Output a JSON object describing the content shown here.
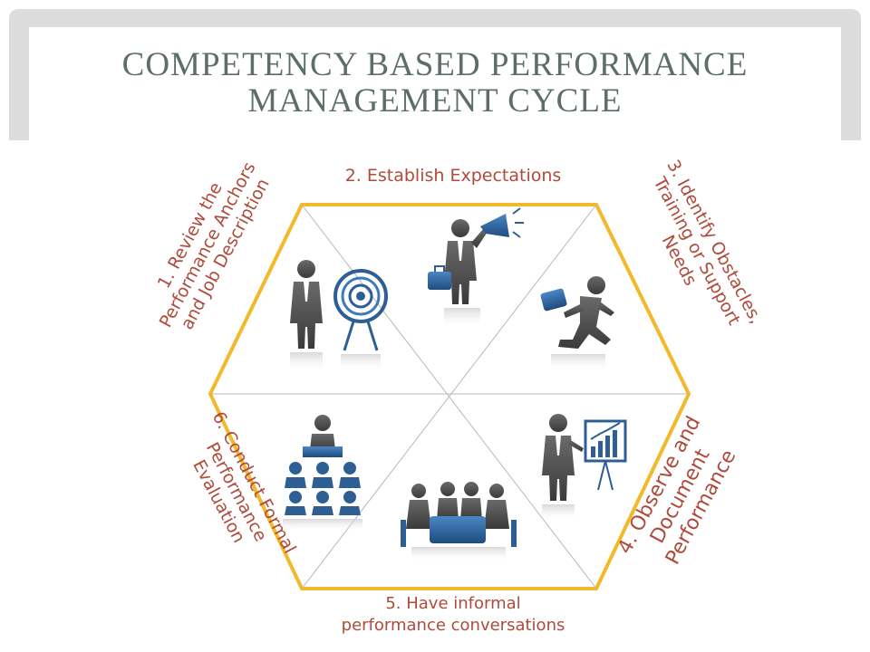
{
  "slide": {
    "title_line1": "Competency Based Performance",
    "title_line2": "Management Cycle"
  },
  "steps": [
    {
      "line1": "1. Review the",
      "line2": "Performance Anchors",
      "line3": "and Job Description"
    },
    {
      "line1": "2. Establish Expectations"
    },
    {
      "line1": "3. Identify Obstacles,",
      "line2": "Training or Support",
      "line3": "Needs"
    },
    {
      "line1": "4. Observe and",
      "line2": "Document",
      "line3": "Performance"
    },
    {
      "line1": "5. Have informal",
      "line2": "performance conversations"
    },
    {
      "line1": "6. Conduct Formal",
      "line2": "Performance",
      "line3": "Evaluation"
    }
  ],
  "colors": {
    "hexagon_border": "#f2b92a",
    "label_text": "#b04a3a",
    "title_text": "#5d6d6a",
    "figure_dark": "#4a4a4a",
    "figure_blue": "#2d5f95"
  },
  "icons": [
    "target-presenter-icon",
    "megaphone-speaker-icon",
    "running-businessman-icon",
    "chart-presenter-icon",
    "meeting-table-icon",
    "hierarchy-team-icon"
  ]
}
